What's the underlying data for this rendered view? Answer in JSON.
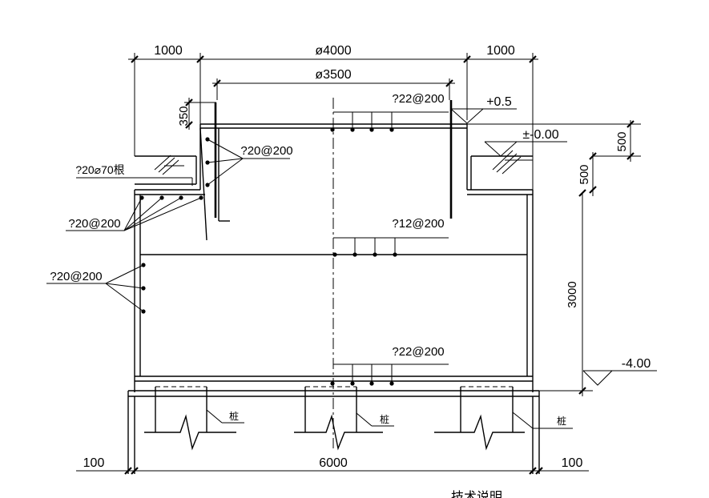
{
  "dimensions": {
    "top_left_width": "1000",
    "outer_diameter": "ø4000",
    "top_right_width": "1000",
    "inner_diameter": "ø3500",
    "lip_height": "350",
    "right_step_height": "500",
    "right_lower_step": "500",
    "pit_depth": "3000",
    "bottom_left": "100",
    "bottom_width": "6000",
    "bottom_right": "100"
  },
  "elevations": {
    "top_plus": "+0.5",
    "ground": "±-0.00",
    "bottom": "-4.00"
  },
  "rebar": {
    "top_slab": "?22@200",
    "wall_side": "?20@200",
    "anchor": "?20⌀70根",
    "bottom_corner": "?20@200",
    "mid_slab": "?12@200",
    "left_wall": "?20@200",
    "base_slab": "?22@200"
  },
  "piles": {
    "label_1": "桩",
    "label_2": "桩",
    "label_3": "桩"
  },
  "footer": {
    "note": "技术说明"
  }
}
